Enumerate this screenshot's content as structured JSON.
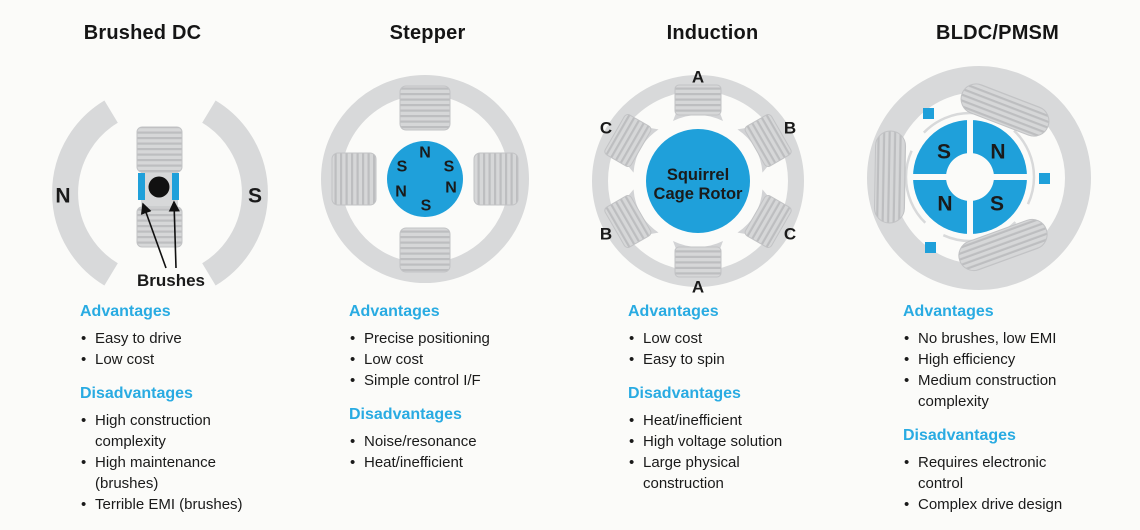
{
  "colors": {
    "blue": "#1fa0da",
    "cyan": "#29abe2",
    "gray": "#d8d9da",
    "dark": "#1a1a1a"
  },
  "panels": [
    {
      "title": "Brushed DC",
      "diagram": {
        "n": "N",
        "s": "S",
        "brushes_label": "Brushes"
      },
      "advantages_label": "Advantages",
      "advantages": [
        "Easy to drive",
        "Low cost"
      ],
      "disadvantages_label": "Disadvantages",
      "disadvantages": [
        "High construction complexity",
        "High maintenance (brushes)",
        "Terrible EMI (brushes)"
      ]
    },
    {
      "title": "Stepper",
      "diagram": {
        "poles": [
          "N",
          "S",
          "S",
          "N",
          "N",
          "S"
        ]
      },
      "advantages_label": "Advantages",
      "advantages": [
        "Precise positioning",
        "Low cost",
        "Simple control I/F"
      ],
      "disadvantages_label": "Disadvantages",
      "disadvantages": [
        "Noise/resonance",
        "Heat/inefficient"
      ]
    },
    {
      "title": "Induction",
      "diagram": {
        "phases": [
          "A",
          "B",
          "C",
          "A",
          "B",
          "C"
        ],
        "rotor_line1": "Squirrel",
        "rotor_line2": "Cage Rotor"
      },
      "advantages_label": "Advantages",
      "advantages": [
        "Low cost",
        "Easy to spin"
      ],
      "disadvantages_label": "Disadvantages",
      "disadvantages": [
        "Heat/inefficient",
        "High voltage solution",
        "Large physical construction"
      ]
    },
    {
      "title": "BLDC/PMSM",
      "diagram": {
        "quadrants": [
          "S",
          "N",
          "N",
          "S"
        ]
      },
      "advantages_label": "Advantages",
      "advantages": [
        "No brushes, low EMI",
        "High efficiency",
        "Medium construction complexity"
      ],
      "disadvantages_label": "Disadvantages",
      "disadvantages": [
        "Requires electronic control",
        "Complex drive design"
      ]
    }
  ]
}
